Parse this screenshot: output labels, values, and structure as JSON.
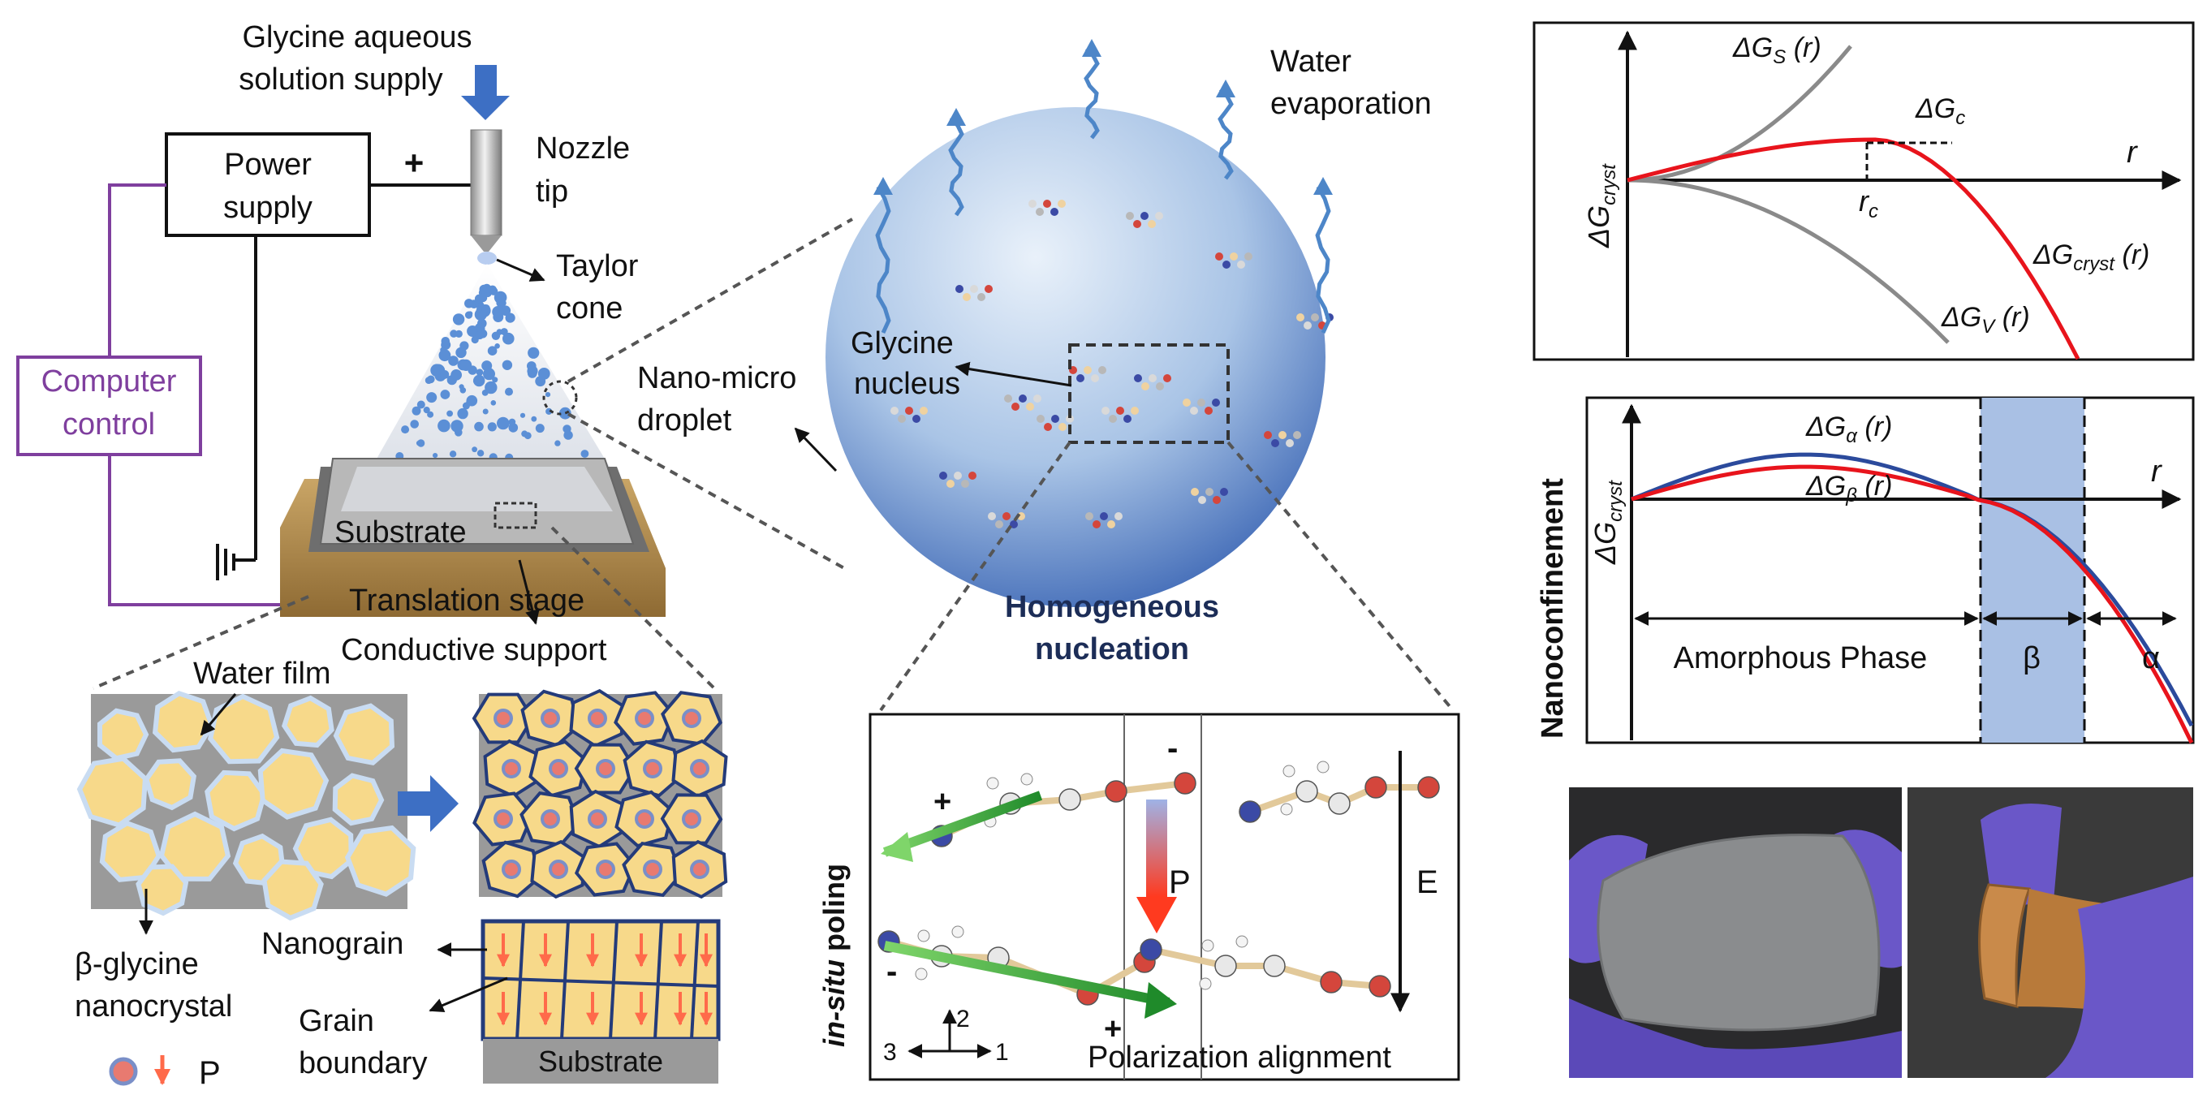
{
  "setup": {
    "supply_line1": "Glycine aqueous",
    "supply_line2": "solution supply",
    "power_line1": "Power",
    "power_line2": "supply",
    "plus": "+",
    "nozzle_line1": "Nozzle",
    "nozzle_line2": "tip",
    "taylor_line1": "Taylor",
    "taylor_line2": "cone",
    "computer_line1": "Computer",
    "computer_line2": "control",
    "substrate": "Substrate",
    "stage": "Translation stage",
    "support": "Conductive support"
  },
  "droplet": {
    "water_line1": "Water",
    "water_line2": "evaporation",
    "nucleus_line1": "Glycine",
    "nucleus_line2": "nucleus",
    "nano_line1": "Nano-micro",
    "nano_line2": "droplet",
    "homo_line1": "Homogeneous",
    "homo_line2": "nucleation"
  },
  "film": {
    "water_film": "Water film",
    "beta_line1": "β-glycine",
    "beta_line2": "nanocrystal",
    "p_legend": "P",
    "nanograin": "Nanograin",
    "grain_line1": "Grain",
    "grain_line2": "boundary",
    "substrate": "Substrate"
  },
  "poling": {
    "title_italic": "in-situ",
    "title_rest": " poling",
    "plus_top": "+",
    "minus_top": "-",
    "minus_bottom": "-",
    "plus_bottom": "+",
    "p_label": "P",
    "e_label": "E",
    "axis_2": "2",
    "axis_3": "3",
    "axis_1": "1",
    "alignment": "Polarization alignment"
  },
  "energy_plot": {
    "ylabel_main": "ΔG",
    "ylabel_sub": "cryst",
    "x_label": "r",
    "curve_s_main": "ΔG",
    "curve_s_sub": "S",
    "curve_s_tail": " (r)",
    "curve_c_main": "ΔG",
    "curve_c_sub": "c",
    "rc_main": "r",
    "rc_sub": "c",
    "curve_cryst_main": "ΔG",
    "curve_cryst_sub": "cryst",
    "curve_cryst_tail": " (r)",
    "curve_v_main": "ΔG",
    "curve_v_sub": "V",
    "curve_v_tail": " (r)",
    "colors": {
      "surface": "#8a8a8a",
      "volume": "#8a8a8a",
      "cryst": "#e8141c"
    }
  },
  "nano_plot": {
    "side_label": "Nanoconfinement",
    "ylabel_main": "ΔG",
    "ylabel_sub": "cryst",
    "x_label": "r",
    "alpha_main": "ΔG",
    "alpha_sub": "α",
    "alpha_tail": " (r)",
    "beta_main": "ΔG",
    "beta_sub": "β",
    "beta_tail": " (r)",
    "amorphous": "Amorphous Phase",
    "beta_region": "β",
    "alpha_region": "α",
    "colors": {
      "alpha": "#2b4a9c",
      "beta": "#e8141c",
      "band": "#a9c0e4"
    }
  }
}
